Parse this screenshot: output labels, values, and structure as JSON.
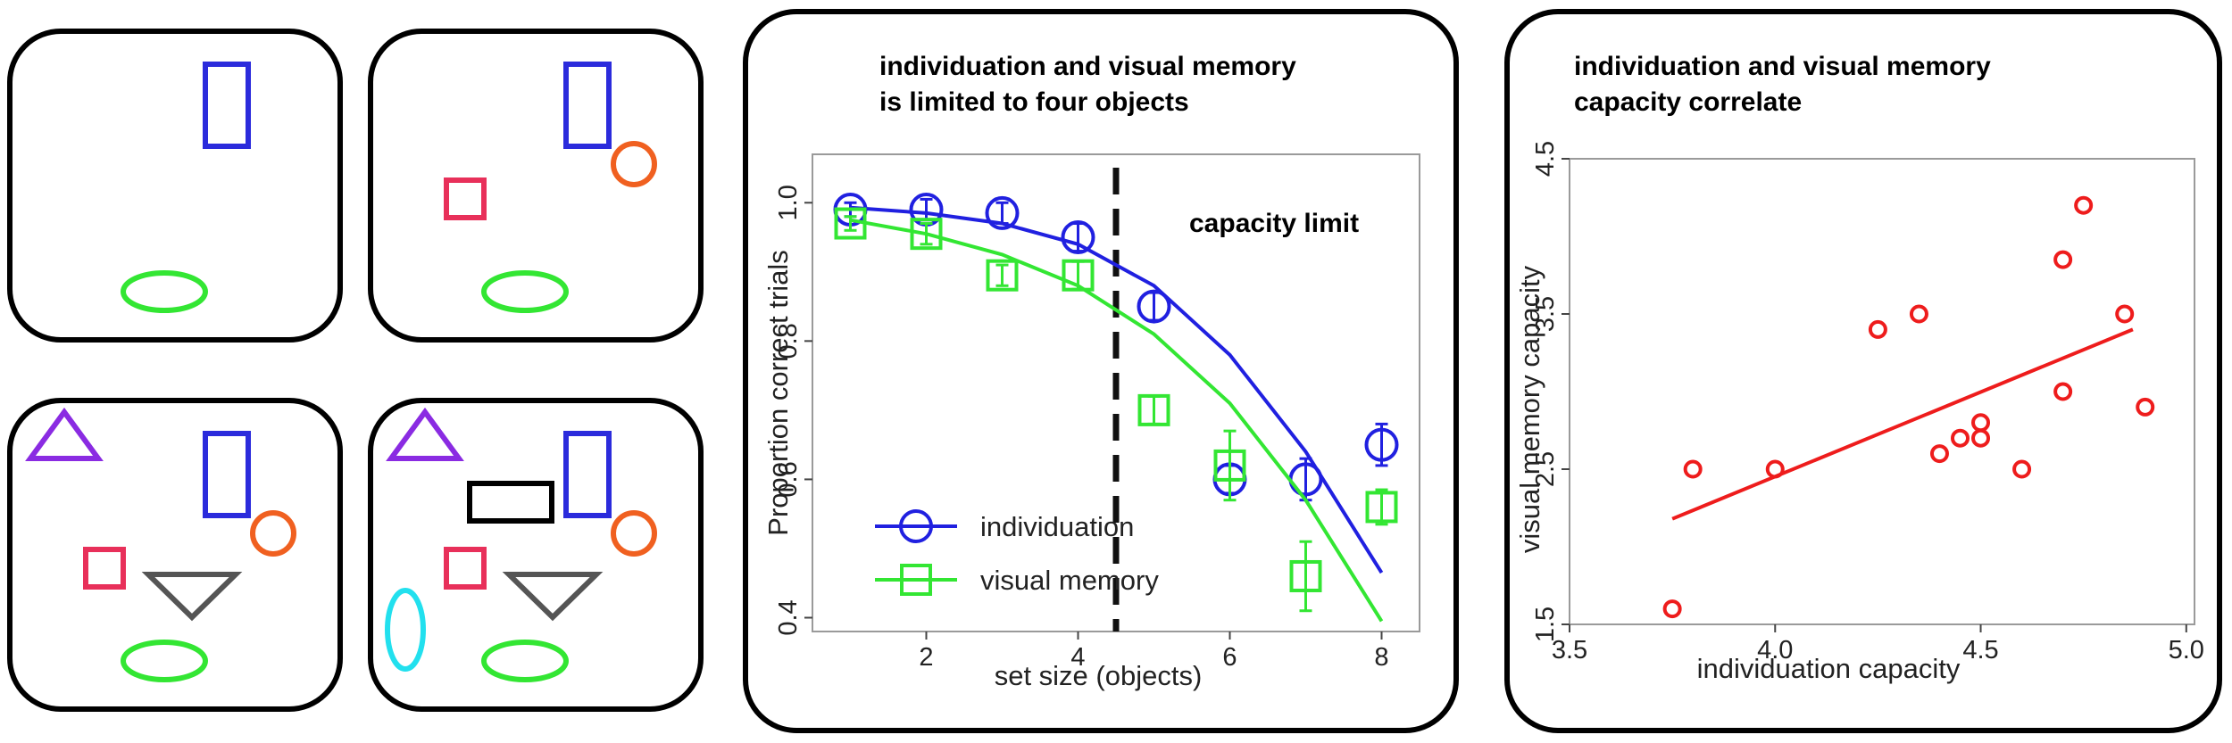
{
  "stimuli": {
    "displays": [
      {
        "shapes": [
          {
            "kind": "rect-v",
            "color": "#2b2bdc"
          },
          {
            "kind": "ellipse",
            "color": "#33e633"
          }
        ]
      },
      {
        "shapes": [
          {
            "kind": "rect-v",
            "color": "#2b2bdc"
          },
          {
            "kind": "square",
            "color": "#e8305a"
          },
          {
            "kind": "circle",
            "color": "#f06020"
          },
          {
            "kind": "ellipse",
            "color": "#33e633"
          }
        ]
      },
      {
        "shapes": [
          {
            "kind": "triangle-up",
            "color": "#8a2be2"
          },
          {
            "kind": "rect-v",
            "color": "#2b2bdc"
          },
          {
            "kind": "square",
            "color": "#e8305a"
          },
          {
            "kind": "triangle-down",
            "color": "#555555"
          },
          {
            "kind": "circle",
            "color": "#f06020"
          },
          {
            "kind": "ellipse",
            "color": "#33e633"
          }
        ]
      },
      {
        "shapes": [
          {
            "kind": "triangle-up",
            "color": "#8a2be2"
          },
          {
            "kind": "rect-v",
            "color": "#2b2bdc"
          },
          {
            "kind": "rect-h",
            "color": "#000000"
          },
          {
            "kind": "square",
            "color": "#e8305a"
          },
          {
            "kind": "triangle-down",
            "color": "#555555"
          },
          {
            "kind": "circle",
            "color": "#f06020"
          },
          {
            "kind": "ellipse-v",
            "color": "#22e0ee"
          },
          {
            "kind": "ellipse",
            "color": "#33e633"
          }
        ]
      }
    ]
  },
  "chart_data": [
    {
      "type": "line",
      "title_lines": [
        "individuation and visual memory",
        "is limited to four objects"
      ],
      "xlabel": "set size (objects)",
      "ylabel": "Proportion correct trials",
      "xlim": [
        0.5,
        8.5
      ],
      "ylim": [
        0.38,
        1.07
      ],
      "xticks": [
        2,
        4,
        6,
        8
      ],
      "yticks": [
        0.4,
        0.6,
        0.8,
        1.0
      ],
      "ytick_labels": [
        "0.4",
        "0.6",
        "0.8",
        "1.0"
      ],
      "annotation": "capacity limit",
      "capacity_x": 4.5,
      "series": [
        {
          "name": "individuation",
          "color": "#2020e0",
          "marker": "circle",
          "x": [
            1,
            2,
            3,
            4,
            5,
            6,
            7,
            8
          ],
          "y": [
            0.99,
            0.99,
            0.985,
            0.95,
            0.85,
            0.6,
            0.6,
            0.65
          ],
          "err": [
            0.01,
            0.015,
            0.015,
            0.02,
            0.02,
            0.02,
            0.03,
            0.03
          ],
          "fit_x": [
            1,
            2,
            3,
            4,
            5,
            6,
            7,
            8
          ],
          "fit_y": [
            0.993,
            0.985,
            0.97,
            0.94,
            0.88,
            0.78,
            0.64,
            0.465
          ]
        },
        {
          "name": "visual memory",
          "color": "#33e633",
          "marker": "square",
          "x": [
            1,
            2,
            3,
            4,
            5,
            6,
            7,
            8
          ],
          "y": [
            0.97,
            0.955,
            0.895,
            0.895,
            0.7,
            0.62,
            0.46,
            0.56
          ],
          "err": [
            0.01,
            0.015,
            0.015,
            0.02,
            0.02,
            0.05,
            0.05,
            0.025
          ],
          "fit_x": [
            1,
            2,
            3,
            4,
            5,
            6,
            7,
            8
          ],
          "fit_y": [
            0.975,
            0.955,
            0.925,
            0.88,
            0.81,
            0.71,
            0.57,
            0.395
          ]
        }
      ]
    },
    {
      "type": "scatter",
      "title_lines": [
        "individuation and visual memory",
        "capacity correlate"
      ],
      "xlabel": "individuation capacity",
      "ylabel": "visual memory capacity",
      "xlim": [
        3.5,
        5.02
      ],
      "ylim": [
        1.5,
        4.5
      ],
      "xticks": [
        3.5,
        4.0,
        4.5,
        5.0
      ],
      "xtick_labels": [
        "3.5",
        "4.0",
        "4.5",
        "5.0"
      ],
      "yticks": [
        1.5,
        2.5,
        3.5,
        4.5
      ],
      "ytick_labels": [
        "1.5",
        "2.5",
        "3.5",
        "4.5"
      ],
      "color": "#ee1c1c",
      "points": [
        {
          "x": 3.75,
          "y": 1.6
        },
        {
          "x": 3.8,
          "y": 2.5
        },
        {
          "x": 4.0,
          "y": 2.5
        },
        {
          "x": 4.25,
          "y": 3.4
        },
        {
          "x": 4.35,
          "y": 3.5
        },
        {
          "x": 4.4,
          "y": 2.6
        },
        {
          "x": 4.45,
          "y": 2.7
        },
        {
          "x": 4.5,
          "y": 2.8
        },
        {
          "x": 4.5,
          "y": 2.7
        },
        {
          "x": 4.6,
          "y": 2.5
        },
        {
          "x": 4.7,
          "y": 3.0
        },
        {
          "x": 4.7,
          "y": 3.85
        },
        {
          "x": 4.75,
          "y": 4.2
        },
        {
          "x": 4.85,
          "y": 3.5
        },
        {
          "x": 4.9,
          "y": 2.9
        }
      ],
      "fit": {
        "x": [
          3.75,
          4.87
        ],
        "y": [
          2.18,
          3.4
        ]
      }
    }
  ]
}
